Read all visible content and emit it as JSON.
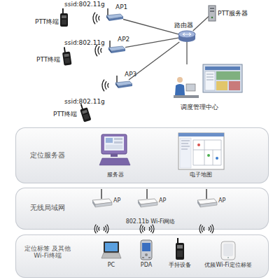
{
  "diagram": {
    "nodes": [
      {
        "text": [
          "AP1"
        ]
      },
      {
        "text": [
          "AP2"
        ]
      },
      {
        "text": [
          "AP3"
        ]
      },
      {
        "text": [
          "路由器"
        ]
      },
      {
        "text": [
          "PTT服务器"
        ]
      },
      {
        "text": [
          "调度管理中心"
        ]
      },
      {
        "text": [
          "定位服务器"
        ]
      },
      {
        "text": [
          "服务器"
        ],
        "in": 6
      },
      {
        "text": [
          "电子地图"
        ],
        "in": 6
      },
      {
        "text": [
          "无线局域网",
          "802.11b Wi-Fi网络"
        ]
      },
      {
        "text": [
          "AP"
        ],
        "in": 9
      },
      {
        "text": [
          "AP"
        ],
        "in": 9
      },
      {
        "text": [
          "AP"
        ],
        "in": 9
      },
      {
        "text": [
          "定位标签 及其他Wi-Fi终端"
        ]
      },
      {
        "text": [
          "PC"
        ],
        "in": 13
      },
      {
        "text": [
          "PDA"
        ],
        "in": 13
      },
      {
        "text": [
          "手持设备"
        ],
        "in": 13
      },
      {
        "text": [
          "优频Wi-Fi定位标签"
        ],
        "in": 13
      }
    ],
    "edges": [
      {
        "from": 0,
        "to": 3,
        "arrow": "none"
      },
      {
        "from": 1,
        "to": 3,
        "arrow": "none"
      },
      {
        "from": 2,
        "to": 3,
        "arrow": "none"
      },
      {
        "from": 3,
        "to": 4,
        "arrow": "none"
      },
      {
        "from": 3,
        "to": 5,
        "arrow": "none"
      }
    ],
    "labels": [
      "ssid:802.11g",
      "PTT终端",
      "ssid:802.11g",
      "PTT终端",
      "ssid:802.11g",
      "PTT终端"
    ]
  }
}
